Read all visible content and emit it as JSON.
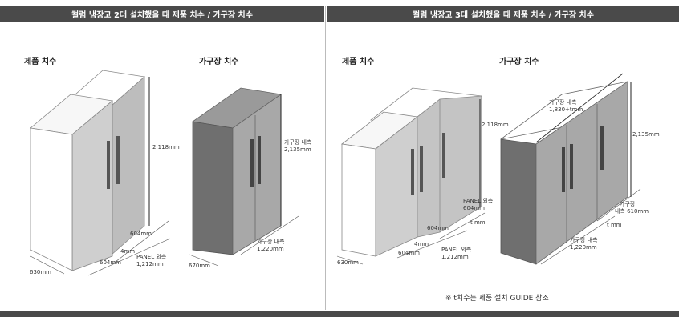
{
  "headers": {
    "left": "컬럼 냉장고 2대 설치했을 때 제품 치수 / 가구장 치수",
    "right": "컬럼 냉장고 3대 설치했을 때 제품 치수 / 가구장 치수"
  },
  "left": {
    "product_title": "제품 치수",
    "cabinet_title": "가구장 치수",
    "product_dims": {
      "height": "2,118mm",
      "depth": "630mm",
      "unit_width_a": "604mm",
      "unit_width_b": "604mm",
      "gap": "4mm",
      "panel_label": "PANEL 외측",
      "panel_value": "1,212mm"
    },
    "cabinet_dims": {
      "inner_height_label": "가구장 내측",
      "inner_height_value": "2,135mm",
      "width_label": "가구장 내측",
      "width_value": "1,220mm",
      "depth": "670mm"
    }
  },
  "right": {
    "product_title": "제품 치수",
    "cabinet_title": "가구장 치수",
    "product_dims": {
      "height": "2,118mm",
      "depth": "630mm",
      "unit_width_a": "604mm",
      "unit_width_b": "604mm",
      "gap": "4mm",
      "t_gap": "t mm",
      "panel_outer_label": "PANEL 외측",
      "panel_outer_value": "604mm",
      "panel_label": "PANEL 외측",
      "panel_value": "1,212mm"
    },
    "cabinet_dims": {
      "top_label": "가구장 내측",
      "top_value": "1,830+tmm",
      "height": "2,135mm",
      "side_label": "가구장",
      "side_value": "내측 610mm",
      "t_gap": "t mm",
      "width_label": "가구장 내측",
      "width_value": "1,220mm"
    }
  },
  "note": "※ t치수는 제품 설치 GUIDE 참조"
}
